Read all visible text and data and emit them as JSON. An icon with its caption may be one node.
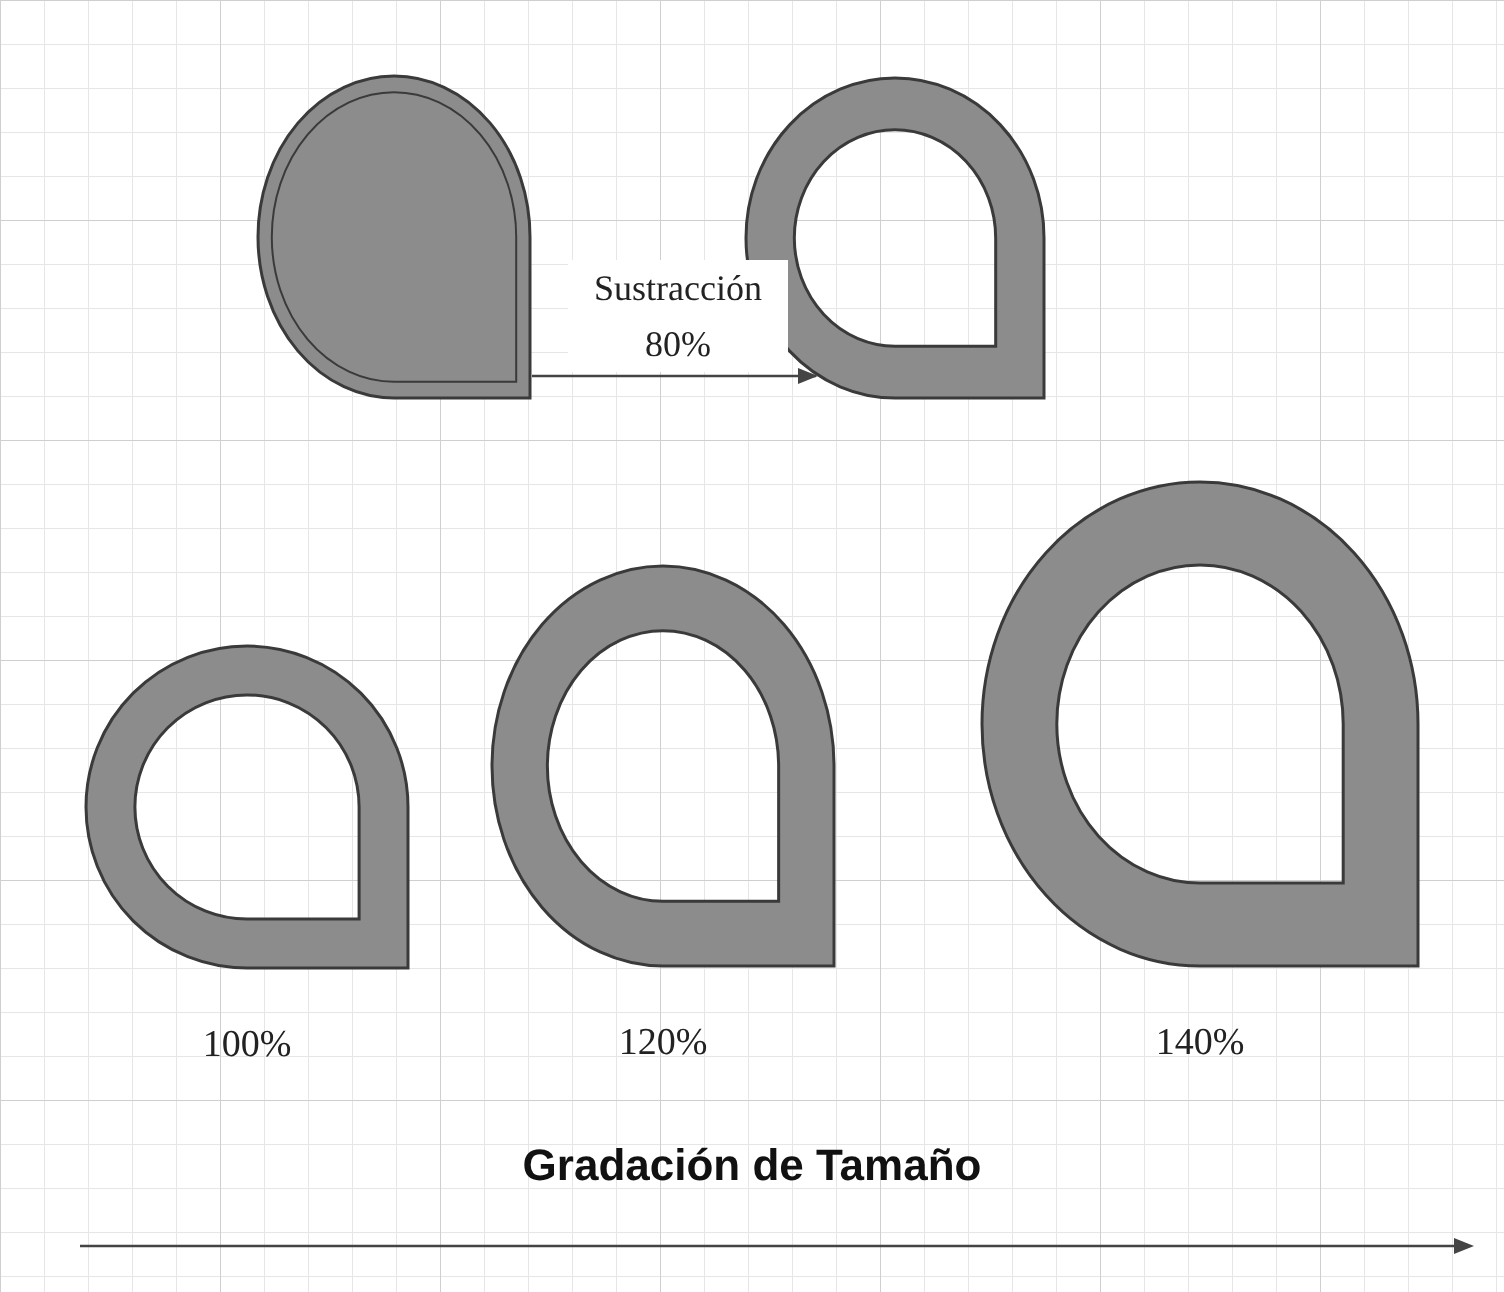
{
  "diagram": {
    "title": "Gradación de Tamaño",
    "nodes": [
      {
        "text": [],
        "shape": "teardrop"
      },
      {
        "text": [],
        "shape": "ring"
      },
      {
        "text": [],
        "shape": "ring",
        "beside": [
          "100%"
        ]
      },
      {
        "text": [],
        "shape": "ring",
        "beside": [
          "120%"
        ]
      },
      {
        "text": [],
        "shape": "ring",
        "beside": [
          "140%"
        ]
      }
    ],
    "edges": [
      {
        "from": 0,
        "to": 1,
        "arrow": "to",
        "label": "Sustracción 80%"
      }
    ]
  }
}
